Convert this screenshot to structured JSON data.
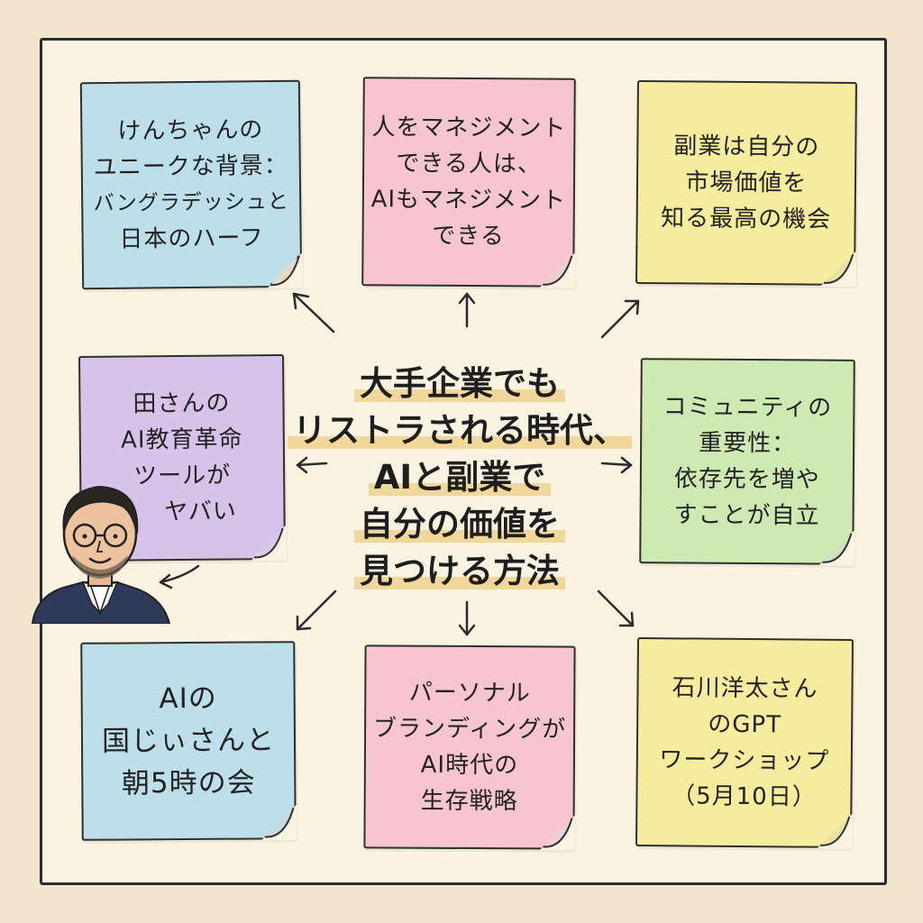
{
  "center": {
    "lines": [
      "大手企業でも",
      "リストラされる時代、",
      "AIと副業で",
      "自分の価値を",
      "見つける方法"
    ]
  },
  "notes": {
    "top_left": {
      "color": "#bcdfe9",
      "lines": [
        "けんちゃんの",
        "ユニークな背景：",
        "バングラデッシュと",
        "日本のハーフ"
      ]
    },
    "top_center": {
      "color": "#f6c5cf",
      "lines": [
        "人をマネジメント",
        "できる人は、",
        "AIもマネジメント",
        "できる"
      ]
    },
    "top_right": {
      "color": "#f6ec9e",
      "lines": [
        "副業は自分の",
        "市場価値を",
        "知る最高の機会"
      ]
    },
    "middle_left": {
      "color": "#d7c3ea",
      "lines": [
        "田さんの",
        "AI教育革命",
        "ツールが",
        "ヤバい"
      ]
    },
    "middle_right": {
      "color": "#cfe9b3",
      "lines": [
        "コミュニティの",
        "重要性：",
        "依存先を増や",
        "すことが自立"
      ]
    },
    "bottom_left": {
      "color": "#bcdfe9",
      "lines": [
        "AIの",
        "国じぃさんと",
        "朝5時の会"
      ]
    },
    "bottom_center": {
      "color": "#f6c5cf",
      "lines": [
        "パーソナル",
        "ブランディングが",
        "AI時代の",
        "生存戦略"
      ]
    },
    "bottom_right": {
      "color": "#f6ec9e",
      "lines": [
        "石川洋太さん",
        "のGPT",
        "ワークショップ",
        "（5月10日）"
      ]
    }
  },
  "colors": {
    "background": "#f3e6cf",
    "board": "#fbf3e2",
    "ink": "#2b2b2b",
    "highlight": "#eece82"
  },
  "icons": {
    "avatar": "man-with-glasses-portrait",
    "curl": "page-curl-corner",
    "arrows": "hand-drawn-arrow"
  }
}
